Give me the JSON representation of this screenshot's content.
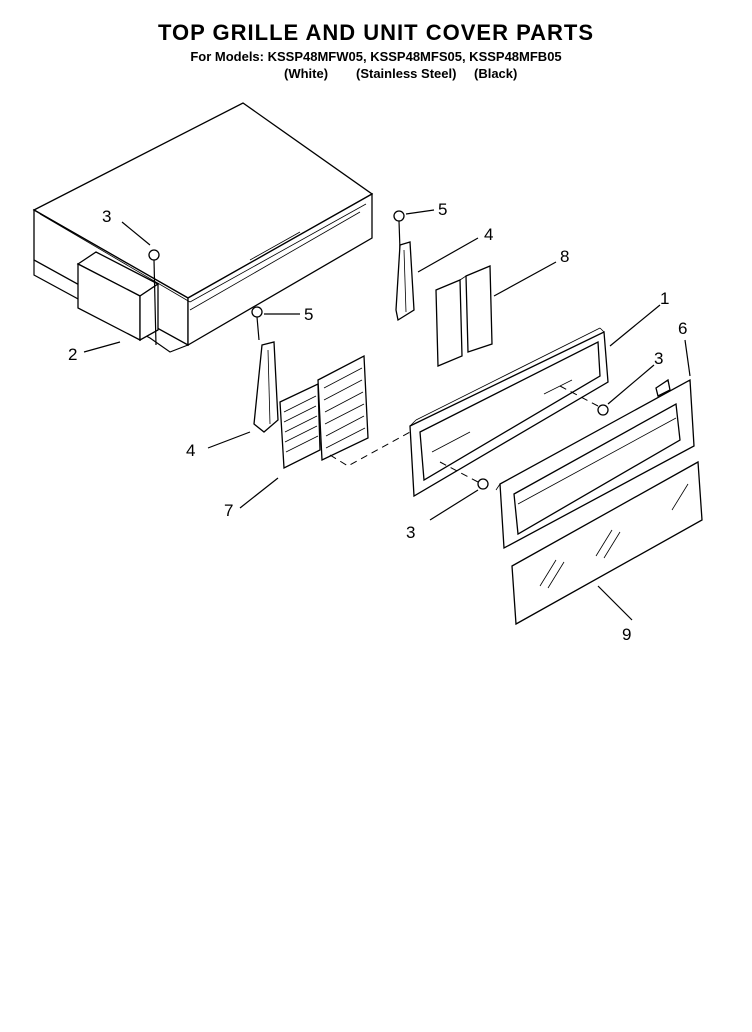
{
  "header": {
    "title": "TOP GRILLE AND UNIT COVER PARTS",
    "models_line": "For Models: KSSP48MFW05, KSSP48MFS05, KSSP48MFB05",
    "finishes": [
      "(White)",
      "(Stainless Steel)",
      "(Black)"
    ]
  },
  "callouts": {
    "unit_cover_screw": "3",
    "unit_cover": "2",
    "bracket_screw_upper": "5",
    "bracket_upper": "4",
    "bracket_cover": "8",
    "bracket_screw_lower": "5",
    "bracket_lower": "4",
    "filter": "7",
    "grille_frame": "1",
    "grille_screw_right": "3",
    "grille_screw_left": "3",
    "grille_panel": "6",
    "glass_insert": "9"
  }
}
